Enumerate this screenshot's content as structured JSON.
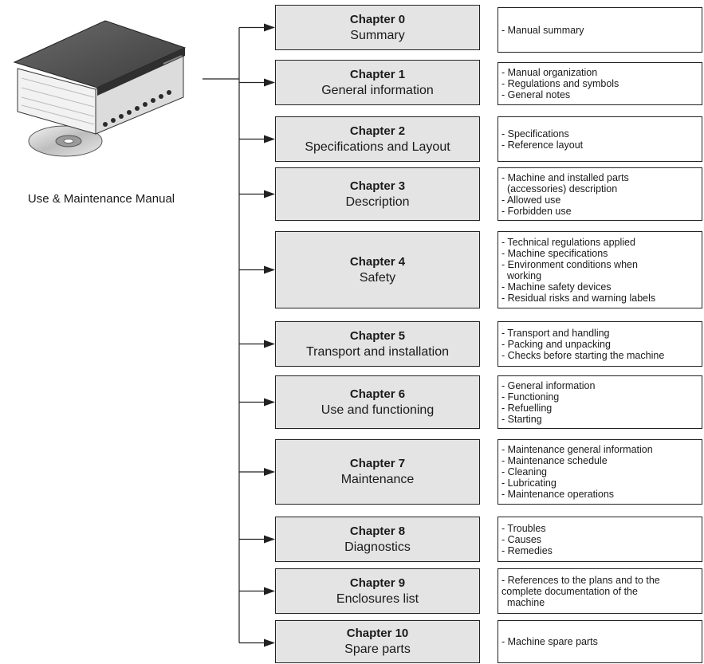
{
  "manual_title": "Use & Maintenance Manual",
  "chapters": [
    {
      "number": "Chapter 0",
      "name": "Summary",
      "items": [
        "- Manual summary"
      ]
    },
    {
      "number": "Chapter 1",
      "name": "General information",
      "items": [
        "- Manual organization",
        "- Regulations and symbols",
        "- General notes"
      ]
    },
    {
      "number": "Chapter 2",
      "name": "Specifications and Layout",
      "items": [
        "- Specifications",
        "- Reference layout"
      ]
    },
    {
      "number": "Chapter 3",
      "name": "Description",
      "items": [
        "- Machine and installed parts",
        "  (accessories) description",
        "- Allowed use",
        "- Forbidden use"
      ]
    },
    {
      "number": "Chapter 4",
      "name": "Safety",
      "items": [
        "- Technical regulations applied",
        "- Machine specifications",
        "- Environment conditions when",
        "  working",
        "- Machine safety devices",
        "- Residual risks and warning labels"
      ]
    },
    {
      "number": "Chapter 5",
      "name": "Transport and installation",
      "items": [
        "- Transport and handling",
        "- Packing and unpacking",
        "- Checks before starting the machine"
      ]
    },
    {
      "number": "Chapter 6",
      "name": "Use and functioning",
      "items": [
        "- General information",
        "- Functioning",
        "- Refuelling",
        "- Starting"
      ]
    },
    {
      "number": "Chapter 7",
      "name": "Maintenance",
      "items": [
        "- Maintenance general information",
        "- Maintenance schedule",
        "- Cleaning",
        "- Lubricating",
        "- Maintenance operations"
      ]
    },
    {
      "number": "Chapter 8",
      "name": "Diagnostics",
      "items": [
        "- Troubles",
        "- Causes",
        "- Remedies"
      ]
    },
    {
      "number": "Chapter 9",
      "name": "Enclosures list",
      "items": [
        "- References to the plans and to the",
        "complete documentation of the",
        "  machine"
      ]
    },
    {
      "number": "Chapter 10",
      "name": "Spare parts",
      "items": [
        "- Machine spare parts"
      ]
    }
  ],
  "colors": {
    "chapter_fill": "#e4e4e4",
    "line": "#222222",
    "book_cover": "#5a5a5a"
  },
  "icons": {
    "book": "manual-book-with-cd-icon"
  }
}
